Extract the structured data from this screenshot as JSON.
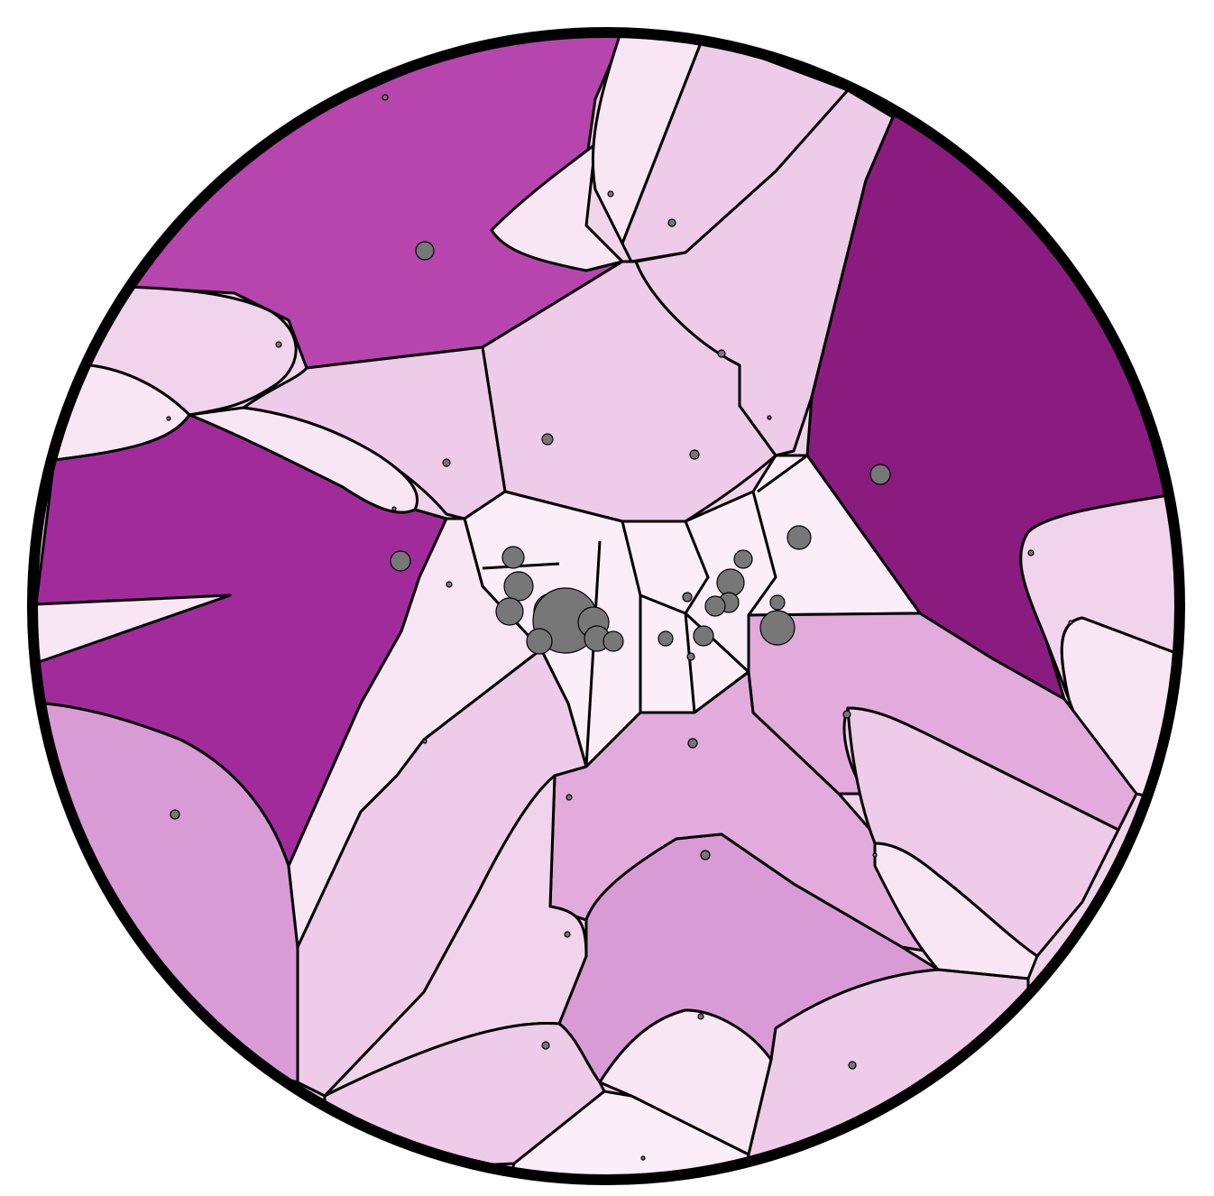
{
  "diagram": {
    "type": "circular-weighted-voronoi",
    "labels_present": false,
    "boundary_color": "#000000",
    "site_color": "#777777"
  },
  "palette": {
    "lightest": "#fbeef9",
    "light": "#f8e6f4",
    "pale": "#f0d4eb",
    "soft": "#eecbe8",
    "mid": "#e2abdc",
    "medium": "#d99bd5",
    "strong": "#b645ad",
    "deep": "#a22b9c",
    "darkest": "#8a1c80"
  },
  "regions": [
    {
      "id": "top-left-deep",
      "shade": "strong"
    },
    {
      "id": "top-right-dark",
      "shade": "darkest"
    },
    {
      "id": "left-deep",
      "shade": "deep"
    },
    {
      "id": "bottom-left",
      "shade": "medium"
    },
    {
      "id": "bottom-center",
      "shade": "medium"
    },
    {
      "id": "right-mid",
      "shade": "mid"
    },
    {
      "id": "lower-mid",
      "shade": "mid"
    },
    {
      "id": "upper-center",
      "shade": "soft"
    },
    {
      "id": "center-upper-right",
      "shade": "soft"
    },
    {
      "id": "upper-right-band",
      "shade": "soft"
    },
    {
      "id": "upper-left-center",
      "shade": "soft"
    },
    {
      "id": "bottom-left-fan",
      "shade": "soft"
    },
    {
      "id": "right-lobe",
      "shade": "soft"
    },
    {
      "id": "bottom-right",
      "shade": "soft"
    },
    {
      "id": "top-center",
      "shade": "pale"
    },
    {
      "id": "left-lobe",
      "shade": "pale"
    },
    {
      "id": "right-edge",
      "shade": "pale"
    },
    {
      "id": "lower-right-ellipse",
      "shade": "light"
    },
    {
      "id": "center-core",
      "shade": "lightest"
    }
  ]
}
